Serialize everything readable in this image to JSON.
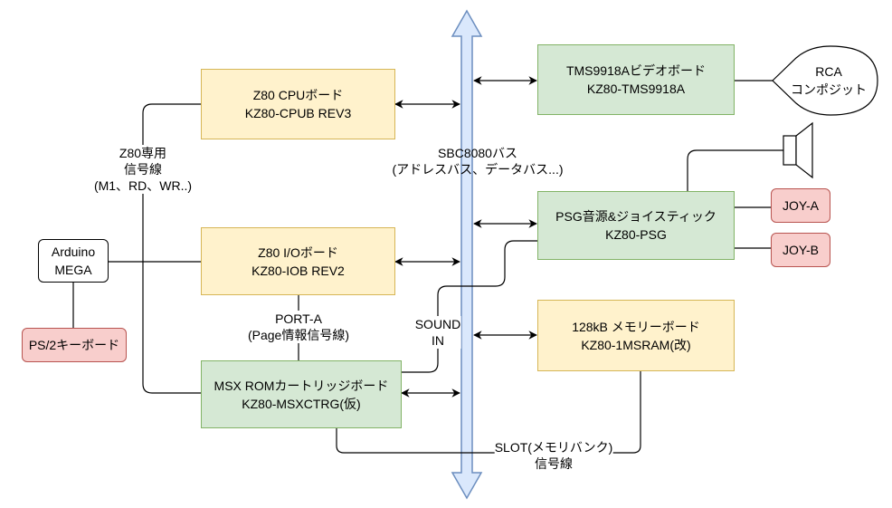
{
  "nodes": {
    "cpu": {
      "line1": "Z80 CPUボード",
      "line2": "KZ80-CPUB REV3"
    },
    "io": {
      "line1": "Z80 I/Oボード",
      "line2": "KZ80-IOB REV2"
    },
    "msx": {
      "line1": "MSX ROMカートリッジボード",
      "line2": "KZ80-MSXCTRG(仮)"
    },
    "tms": {
      "line1": "TMS9918Aビデオボード",
      "line2": "KZ80-TMS9918A"
    },
    "psg": {
      "line1": "PSG音源&ジョイスティック",
      "line2": "KZ80-PSG"
    },
    "mem": {
      "line1": "128kB メモリーボード",
      "line2": "KZ80-1MSRAM(改)"
    },
    "arduino": {
      "line1": "Arduino",
      "line2": "MEGA"
    },
    "ps2": {
      "line1": "PS/2キーボード"
    },
    "joya": {
      "line1": "JOY-A"
    },
    "joyb": {
      "line1": "JOY-B"
    },
    "rca": {
      "line1": "RCA",
      "line2": "コンポジット"
    }
  },
  "labels": {
    "z80sig": {
      "line1": "Z80専用",
      "line2": "信号線",
      "line3": "(M1、RD、WR..)"
    },
    "bus": {
      "line1": "SBC8080バス",
      "line2": "(アドレスバス、データバス...)"
    },
    "porta": {
      "line1": "PORT-A",
      "line2": "(Page情報信号線)"
    },
    "sound": {
      "line1": "SOUND",
      "line2": "IN"
    },
    "slot": {
      "line1": "SLOT(メモリバンク)",
      "line2": "信号線"
    }
  },
  "colors": {
    "yellow_fill": "#fff2cc",
    "yellow_stroke": "#d6b656",
    "green_fill": "#d5e8d4",
    "green_stroke": "#82b366",
    "red_fill": "#f8cecc",
    "red_stroke": "#b85450",
    "bus_fill": "#dae8fc",
    "bus_stroke": "#6c8ebf"
  },
  "icons": {
    "speaker": "speaker-icon"
  }
}
